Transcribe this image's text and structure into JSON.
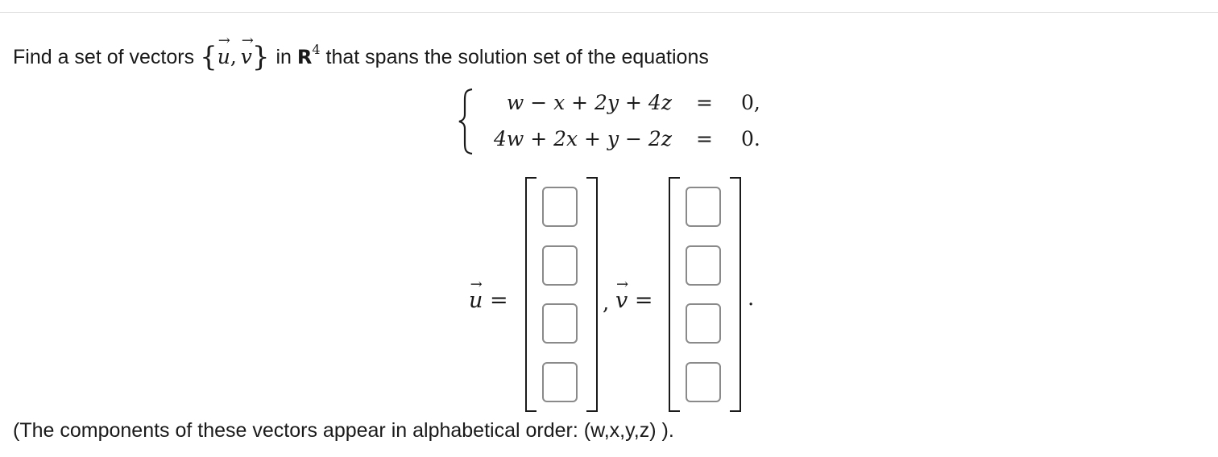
{
  "question": {
    "intro_text": "Find a set of vectors",
    "set_open": "{",
    "set_u": "u",
    "set_comma": ",",
    "set_v": "v",
    "set_close": "}",
    "in_text": "in",
    "space_symbol": "R",
    "space_exponent": "4",
    "rest_text": "that spans the solution set of the equations",
    "vector_arrow": "→"
  },
  "system": {
    "equations": [
      {
        "lhs": "w − x + 2y + 4z",
        "sign": "=",
        "rhs": "0,"
      },
      {
        "lhs": "4w + 2x + y − 2z",
        "sign": "=",
        "rhs": "0."
      }
    ]
  },
  "answer": {
    "u_label": "u",
    "v_label": "v",
    "equals": "=",
    "separator": ",",
    "end_period": ".",
    "u_entries": [
      "",
      "",
      "",
      ""
    ],
    "v_entries": [
      "",
      "",
      "",
      ""
    ]
  },
  "note": "(The components of these vectors appear in alphabetical order: (w,x,y,z) )."
}
